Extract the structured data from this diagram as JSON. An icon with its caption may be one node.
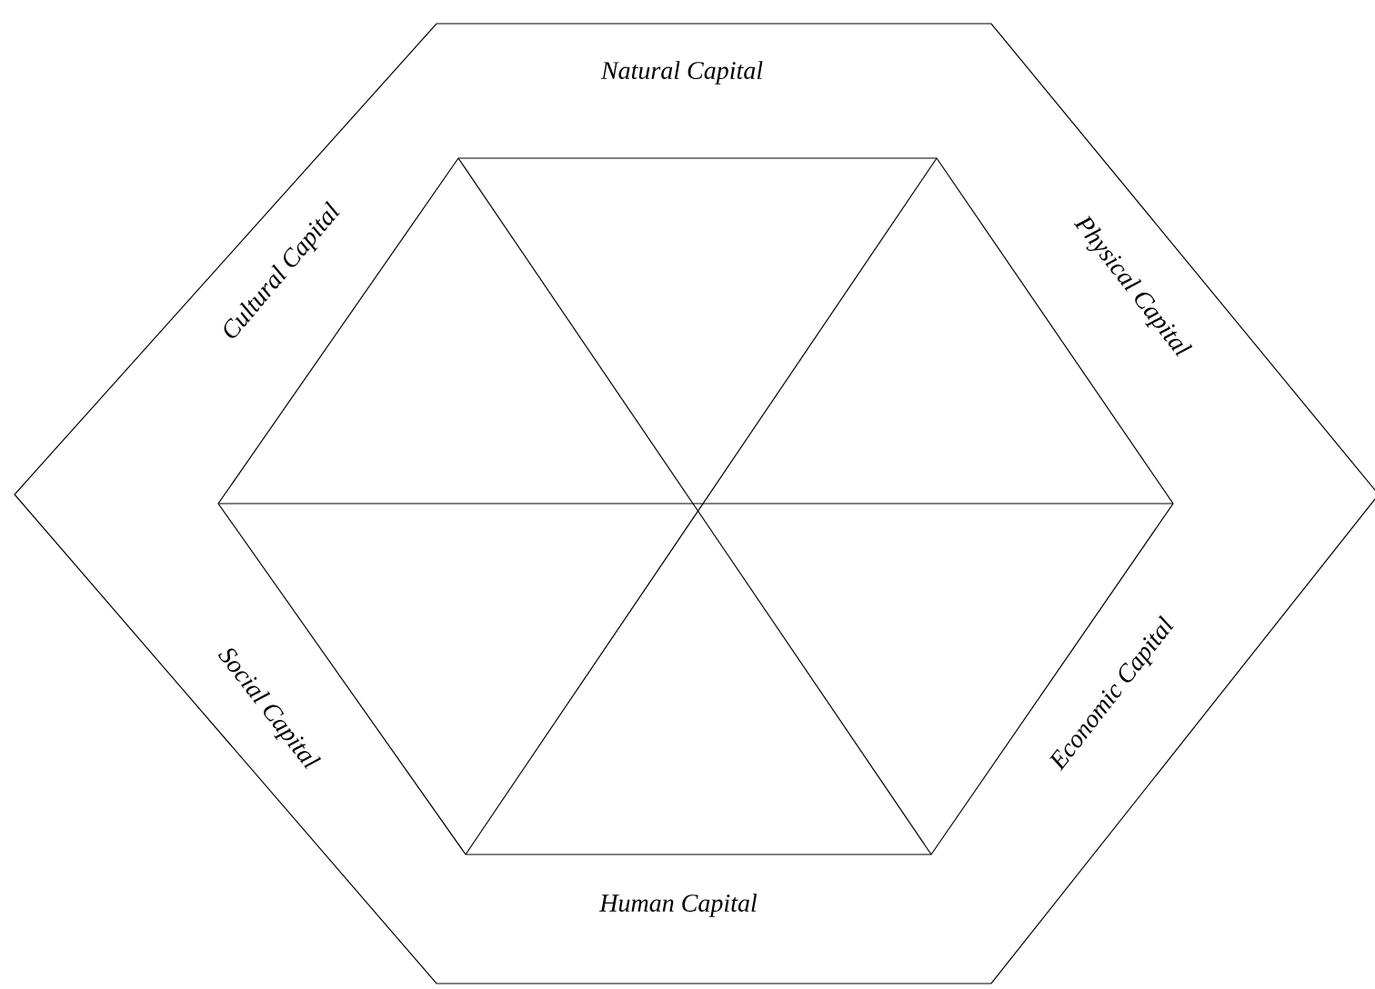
{
  "diagram": {
    "labels": [
      "Natural Capital",
      "Cultural Capital",
      "Physical Capital",
      "Social Capital",
      "Economic Capital",
      "Human Capital"
    ]
  }
}
